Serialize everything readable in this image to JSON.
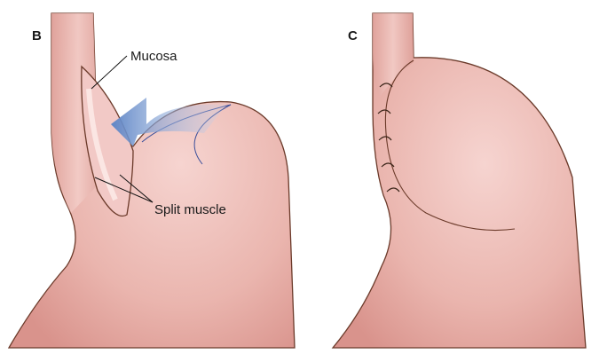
{
  "panels": [
    {
      "letter": "B",
      "labels": {
        "mucosa": "Mucosa",
        "split_muscle": "Split muscle"
      }
    },
    {
      "letter": "C"
    }
  ],
  "colors": {
    "tissue": "#e9b3ae",
    "outline": "#6b3a2a",
    "arrow": "#7f9fd0"
  }
}
